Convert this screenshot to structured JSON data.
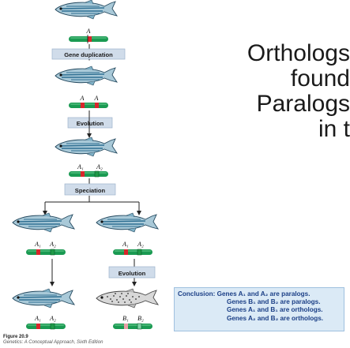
{
  "slide": {
    "lines": [
      "Orthologs",
      "found",
      "Paralogs",
      "in t"
    ]
  },
  "figure": {
    "steps": {
      "duplication": "Gene duplication",
      "evolution_1": "Evolution",
      "speciation": "Speciation",
      "evolution_2": "Evolution"
    },
    "gene_labels": {
      "A": "A",
      "A1": "A₁",
      "A2": "A₂",
      "B1": "B₁",
      "B2": "B₂"
    },
    "conclusion": {
      "lead": "Conclusion:",
      "lines": [
        "Genes A₁ and A₂ are paralogs.",
        "Genes B₁ and B₂ are paralogs.",
        "Genes A₁ and B₁ are orthologs.",
        "Genes A₂ and B₂ are orthologs."
      ]
    },
    "caption": {
      "figure_number": "Figure 20.9",
      "citation": "Genetics: A Conceptual Approach, Sixth Edition"
    }
  },
  "colors": {
    "step_box": "#d0dcea",
    "conclusion_box": "#dbeaf6",
    "gene_red": "#d8262b",
    "gene_green": "#1f9a48",
    "chromosome": "#1a9a52",
    "fish_blue": "#3b7fa6",
    "text_dark": "#1b3f86"
  }
}
